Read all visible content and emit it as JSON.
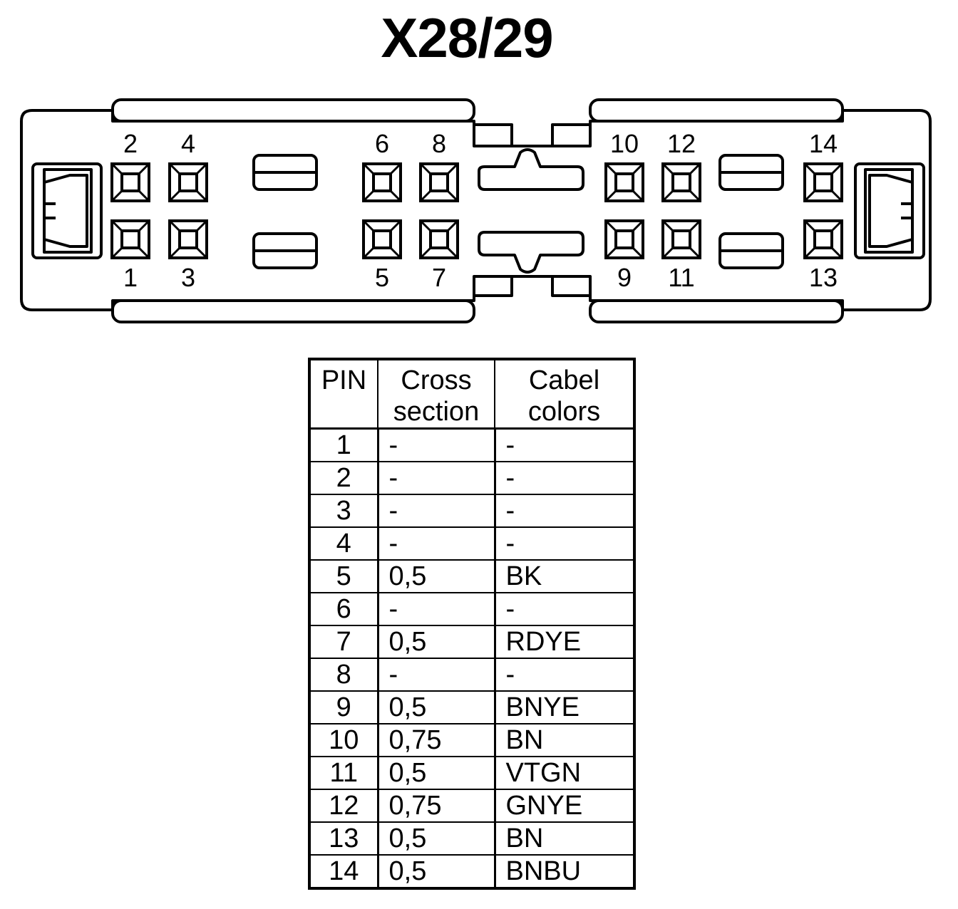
{
  "title": "X28/29",
  "connector": {
    "pin_labels": {
      "1": "1",
      "2": "2",
      "3": "3",
      "4": "4",
      "5": "5",
      "6": "6",
      "7": "7",
      "8": "8",
      "9": "9",
      "10": "10",
      "11": "11",
      "12": "12",
      "13": "13",
      "14": "14"
    }
  },
  "table": {
    "headers": {
      "pin": "PIN",
      "cross_line1": "Cross",
      "cross_line2": "section",
      "color_line1": "Cabel",
      "color_line2": "colors"
    },
    "rows": [
      {
        "pin": "1",
        "cross_section": "-",
        "cable_color": "-"
      },
      {
        "pin": "2",
        "cross_section": "-",
        "cable_color": "-"
      },
      {
        "pin": "3",
        "cross_section": "-",
        "cable_color": "-"
      },
      {
        "pin": "4",
        "cross_section": "-",
        "cable_color": "-"
      },
      {
        "pin": "5",
        "cross_section": "0,5",
        "cable_color": "BK"
      },
      {
        "pin": "6",
        "cross_section": "-",
        "cable_color": "-"
      },
      {
        "pin": "7",
        "cross_section": "0,5",
        "cable_color": "RDYE"
      },
      {
        "pin": "8",
        "cross_section": "-",
        "cable_color": "-"
      },
      {
        "pin": "9",
        "cross_section": "0,5",
        "cable_color": "BNYE"
      },
      {
        "pin": "10",
        "cross_section": "0,75",
        "cable_color": "BN"
      },
      {
        "pin": "11",
        "cross_section": "0,5",
        "cable_color": "VTGN"
      },
      {
        "pin": "12",
        "cross_section": "0,75",
        "cable_color": "GNYE"
      },
      {
        "pin": "13",
        "cross_section": "0,5",
        "cable_color": "BN"
      },
      {
        "pin": "14",
        "cross_section": "0,5",
        "cable_color": "BNBU"
      }
    ]
  }
}
